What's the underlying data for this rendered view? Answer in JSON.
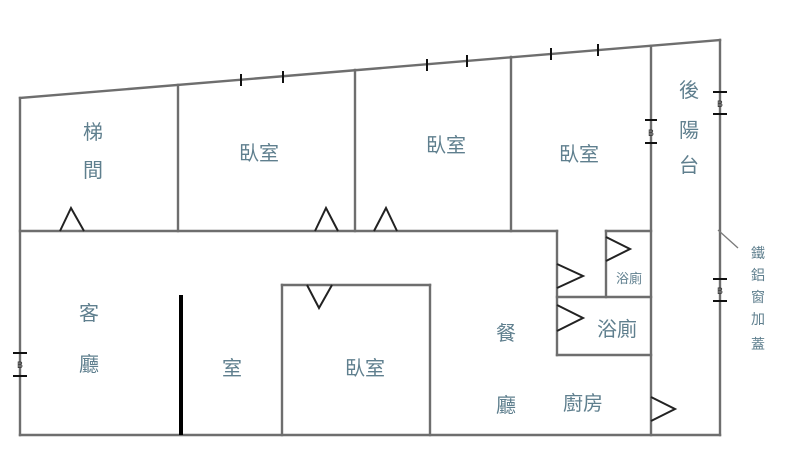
{
  "rooms": {
    "stair": [
      "梯",
      "間"
    ],
    "bedroom_1": "臥室",
    "bedroom_2": "臥室",
    "bedroom_3": "臥室",
    "rear_balcony": [
      "後",
      "陽",
      "台"
    ],
    "bath_small": "浴廁",
    "living": [
      "客",
      "廳"
    ],
    "room": "室",
    "bedroom_4": "臥室",
    "dining": [
      "餐",
      "廳"
    ],
    "bath": "浴廁",
    "kitchen": "廚房"
  },
  "annotation": [
    "鐵",
    "鋁",
    "窗",
    "加",
    "蓋"
  ],
  "marks": {
    "b": "B"
  }
}
